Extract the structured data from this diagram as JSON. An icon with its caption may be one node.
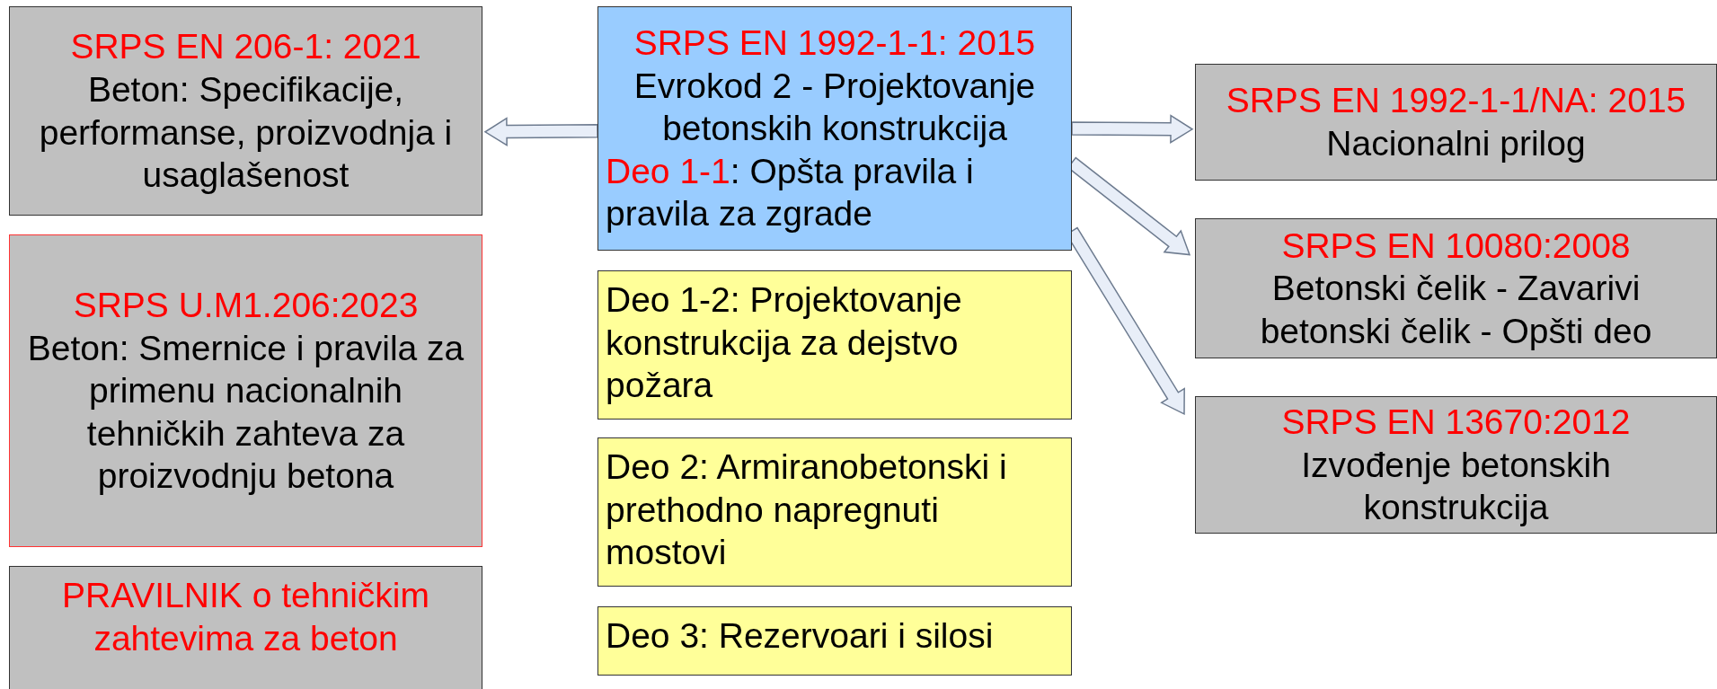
{
  "diagram": {
    "nodes": [
      {
        "text": [
          "SRPS EN 206-1: 2021",
          "Beton: Specifikacije, performanse, proizvodnja i usaglašenost"
        ]
      },
      {
        "text": [
          "SRPS U.M1.206:2023",
          "Beton: Smernice i pravila za primenu nacionalnih tehničkih zahteva za proizvodnju betona"
        ]
      },
      {
        "text": [
          "PRAVILNIK o tehničkim zahtevima za beton"
        ]
      },
      {
        "text": [
          "SRPS EN 1992-1-1: 2015",
          "Evrokod 2 - Projektovanje betonskih konstrukcija",
          "Deo 1-1: Opšta pravila i pravila za zgrade"
        ]
      },
      {
        "text": [
          "Deo 1-2: Projektovanje konstrukcija za dejstvo požara"
        ]
      },
      {
        "text": [
          "Deo 2: Armiranobetonski i prethodno napregnuti mostovi"
        ]
      },
      {
        "text": [
          "Deo 3: Rezervoari i silosi"
        ]
      },
      {
        "text": [
          "SRPS EN 1992-1-1/NA: 2015",
          "Nacionalni prilog"
        ]
      },
      {
        "text": [
          "SRPS EN 10080:2008",
          "Betonski čelik - Zavarivi betonski čelik - Opšti deo"
        ]
      },
      {
        "text": [
          "SRPS EN 13670:2012",
          "Izvođenje betonskih konstrukcija"
        ]
      }
    ],
    "edges": [
      {
        "from": 3,
        "to": 0,
        "arrow": "to"
      },
      {
        "from": 3,
        "to": 7,
        "arrow": "to"
      },
      {
        "from": 3,
        "to": 8,
        "arrow": "to"
      },
      {
        "from": 3,
        "to": 9,
        "arrow": "to"
      }
    ]
  }
}
